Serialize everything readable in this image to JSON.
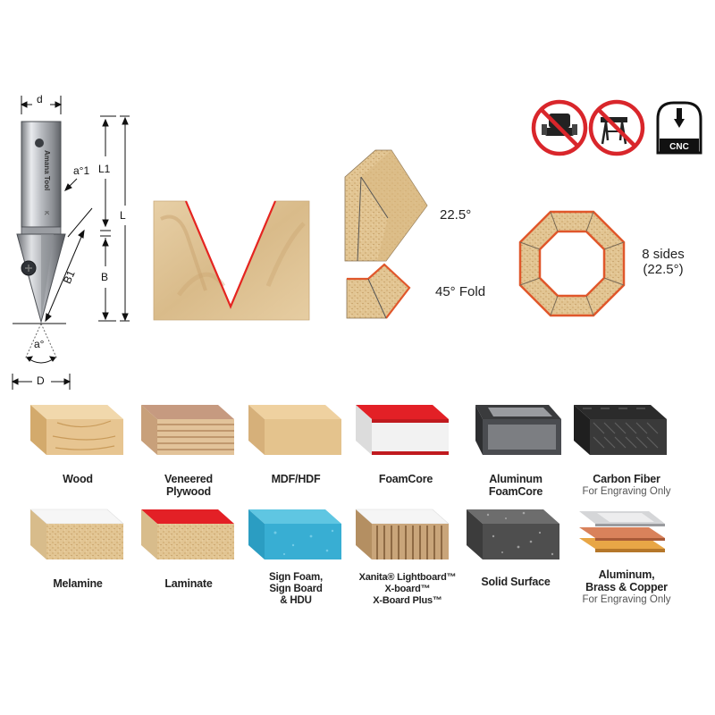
{
  "bit_dimensions": {
    "d": "d",
    "D": "D",
    "L1": "L1",
    "L": "L",
    "B": "B",
    "B1": "B1",
    "a1": "a°1",
    "a": "a°",
    "brand": "Amana Tool"
  },
  "cut_profiles": {
    "angle_label": "22.5°",
    "fold_label": "45° Fold",
    "octagon_label_line1": "8 sides",
    "octagon_label_line2": "(22.5°)"
  },
  "usage_icons": {
    "icons": [
      "no-handheld-router-icon",
      "no-router-table-icon",
      "cnc-machine-icon"
    ],
    "cnc_text": "CNC"
  },
  "colors": {
    "prohibit_red": "#d9262b",
    "cut_line_red": "#e52420",
    "wood_tan": "#e8c99a"
  },
  "materials": [
    {
      "name": "Wood",
      "note": ""
    },
    {
      "name": "Veneered\nPlywood",
      "note": ""
    },
    {
      "name": "MDF/HDF",
      "note": ""
    },
    {
      "name": "FoamCore",
      "note": ""
    },
    {
      "name": "Aluminum\nFoamCore",
      "note": ""
    },
    {
      "name": "Carbon Fiber",
      "note": "For Engraving Only"
    },
    {
      "name": "Melamine",
      "note": ""
    },
    {
      "name": "Laminate",
      "note": ""
    },
    {
      "name": "Sign Foam,\nSign Board\n& HDU",
      "note": ""
    },
    {
      "name": "Xanita® Lightboard™\nX-board™\nX-Board Plus™",
      "note": ""
    },
    {
      "name": "Solid Surface",
      "note": ""
    },
    {
      "name": "Aluminum,\nBrass & Copper",
      "note": "For Engraving Only"
    }
  ]
}
